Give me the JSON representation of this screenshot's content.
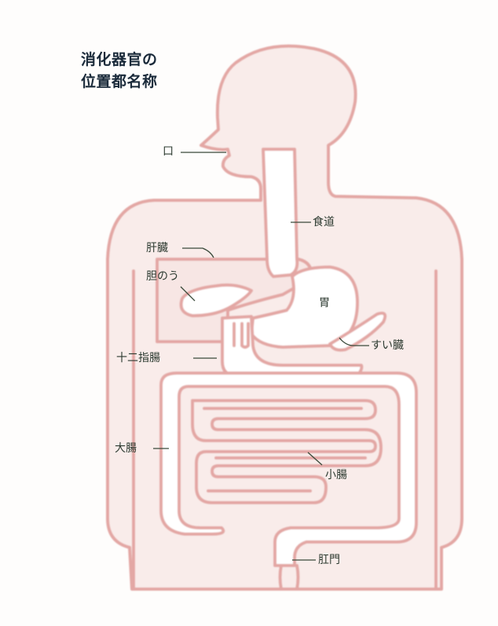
{
  "title": {
    "line1": "消化器官の",
    "line2": "位置都名称"
  },
  "labels": {
    "mouth": "口",
    "esophagus": "食道",
    "liver": "肝臓",
    "gallbladder": "胆のう",
    "stomach": "胃",
    "pancreas": "すい臓",
    "duodenum": "十二指腸",
    "large_intestine": "大腸",
    "small_intestine": "小腸",
    "anus": "肛門"
  },
  "colors": {
    "outline": "#e3a7a4",
    "body_fill": "#f9ecea",
    "organ_fill": "#ffffff",
    "label_text": "#2c3a30",
    "title_text": "#1a2a3a"
  }
}
